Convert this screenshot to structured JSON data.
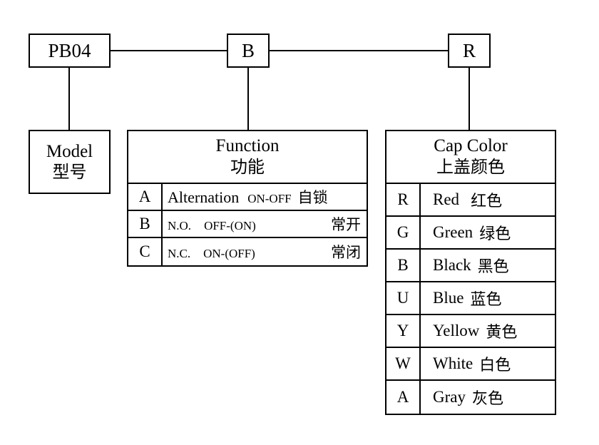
{
  "diagram": {
    "title_code_boxes": [
      {
        "name": "model-code",
        "label": "PB04"
      },
      {
        "name": "function-code",
        "label": "B"
      },
      {
        "name": "capcolor-code",
        "label": "R"
      }
    ],
    "model_box": {
      "label_en": "Model",
      "label_cn": "型号"
    },
    "function_table": {
      "header_en": "Function",
      "header_cn": "功能",
      "rows": [
        {
          "code": "A",
          "term": "Alternation",
          "state": "ON-OFF",
          "cn": "自锁"
        },
        {
          "code": "B",
          "term": "N.O.",
          "state": "OFF-(ON)",
          "cn": "常开"
        },
        {
          "code": "C",
          "term": "N.C.",
          "state": "ON-(OFF)",
          "cn": "常闭"
        }
      ]
    },
    "cap_color_table": {
      "header_en": "Cap Color",
      "header_cn": "上盖颜色",
      "rows": [
        {
          "code": "R",
          "color_en": "Red",
          "color_cn": "红色"
        },
        {
          "code": "G",
          "color_en": "Green",
          "color_cn": "绿色"
        },
        {
          "code": "B",
          "color_en": "Black",
          "color_cn": "黑色"
        },
        {
          "code": "U",
          "color_en": "Blue",
          "color_cn": "蓝色"
        },
        {
          "code": "Y",
          "color_en": "Yellow",
          "color_cn": "黄色"
        },
        {
          "code": "W",
          "color_en": "White",
          "color_cn": "白色"
        },
        {
          "code": "A",
          "color_en": "Gray",
          "color_cn": "灰色"
        }
      ]
    },
    "colors": {
      "stroke": "#000000",
      "background": "#ffffff"
    }
  }
}
